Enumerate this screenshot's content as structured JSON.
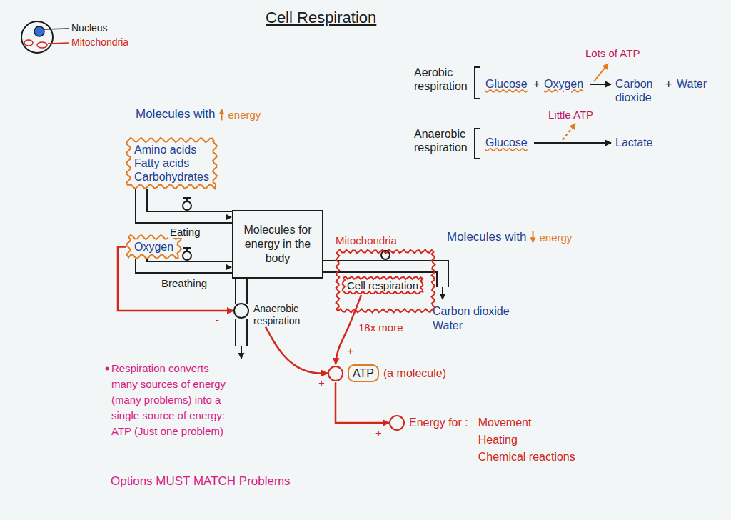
{
  "diagram": {
    "title": "Cell Respiration",
    "nodes": [
      {
        "text": [
          "Amino acids",
          "Fatty acids",
          "Carbohydrates"
        ]
      },
      {
        "text": [
          "Oxygen"
        ]
      },
      {
        "text": [
          "Molecules for energy in the body"
        ]
      },
      {
        "text": [
          "Mitochondria"
        ]
      },
      {
        "text": [
          "Cell respiration"
        ],
        "in": 3
      },
      {
        "text": [
          "Anaerobic respiration"
        ]
      },
      {
        "text": [
          "ATP",
          "(a molecule)"
        ]
      },
      {
        "text": [
          "Energy for :",
          "Movement",
          "Heating",
          "Chemical reactions"
        ]
      }
    ],
    "edges": [
      {
        "from": 0,
        "to": 2,
        "arrow": "to",
        "label": "Eating"
      },
      {
        "from": 1,
        "to": 2,
        "arrow": "to",
        "label": "Breathing"
      },
      {
        "from": 2,
        "to": 3,
        "arrow": "none"
      },
      {
        "from": 2,
        "to": 5,
        "arrow": "none"
      },
      {
        "from": 1,
        "to": 5,
        "arrow": "to",
        "label": "-"
      },
      {
        "from": 5,
        "to": 6,
        "arrow": "to",
        "label": "+"
      },
      {
        "from": 4,
        "to": 6,
        "arrow": "to",
        "label": "18x more"
      },
      {
        "from": 6,
        "to": 7,
        "arrow": "to",
        "label": "+"
      }
    ],
    "labels": [
      "Nucleus",
      "Mitochondria",
      "Aerobic respiration",
      "Glucose",
      "+",
      "Oxygen",
      "Lots of ATP",
      "Carbon dioxide",
      "+",
      "Water",
      "Anaerobic respiration",
      "Glucose",
      "Little ATP",
      "Lactate",
      "Molecules with",
      "energy",
      "Molecules with",
      "energy",
      "Carbon dioxide",
      "Water",
      "+",
      "Respiration converts many sources of energy (many problems) into a single source of energy: ATP (Just one problem)",
      "Options MUST MATCH Problems"
    ]
  }
}
